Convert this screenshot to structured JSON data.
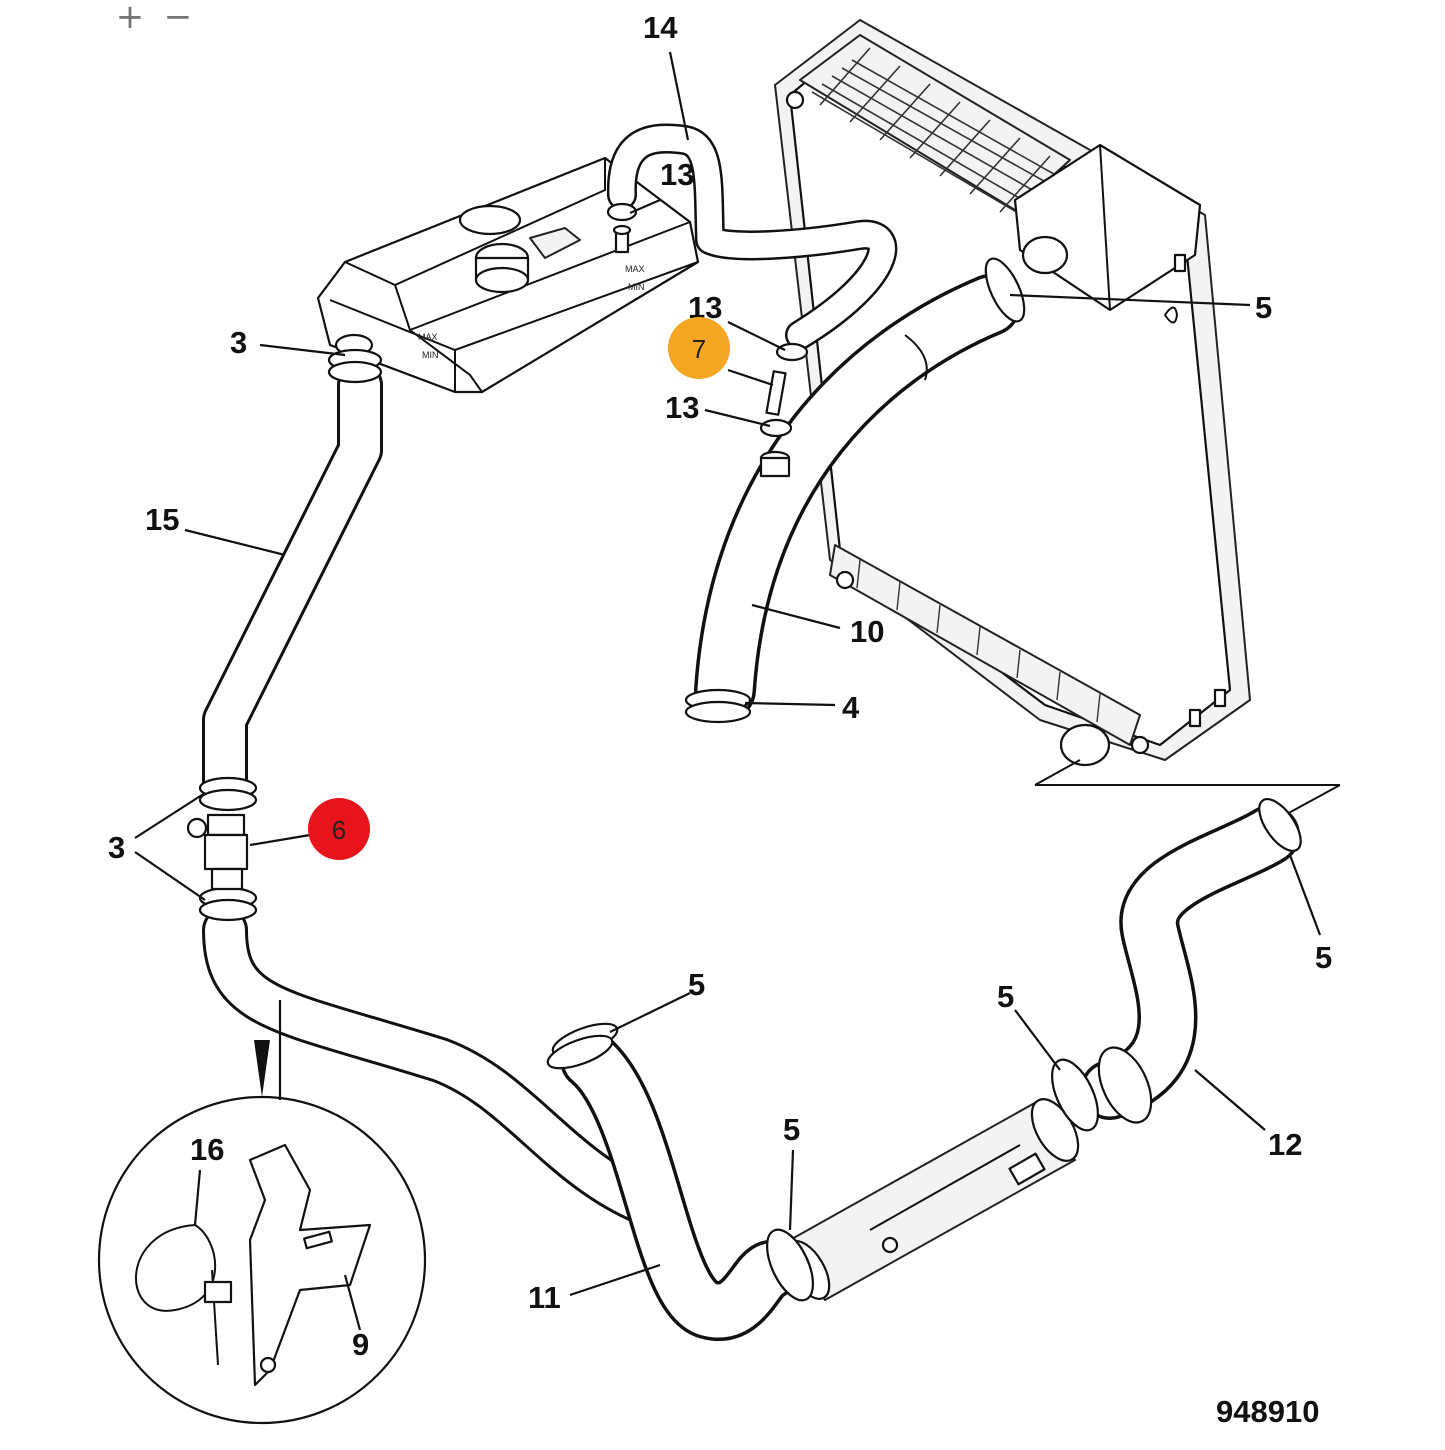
{
  "zoom": {
    "in_label": "+",
    "out_label": "−"
  },
  "drawing_number": "948910",
  "callouts": {
    "c14": "14",
    "c13a": "13",
    "c13b": "13",
    "c13c": "13",
    "c5a": "5",
    "c3a": "3",
    "c15": "15",
    "c10": "10",
    "c4": "4",
    "c3b": "3",
    "c5b": "5",
    "c5c": "5",
    "c5d": "5",
    "c5e": "5",
    "c12": "12",
    "c11": "11",
    "c16": "16",
    "c9": "9"
  },
  "hotspots": [
    {
      "id": "7",
      "color": "#f5a623"
    },
    {
      "id": "6",
      "color": "#e8141b"
    }
  ]
}
